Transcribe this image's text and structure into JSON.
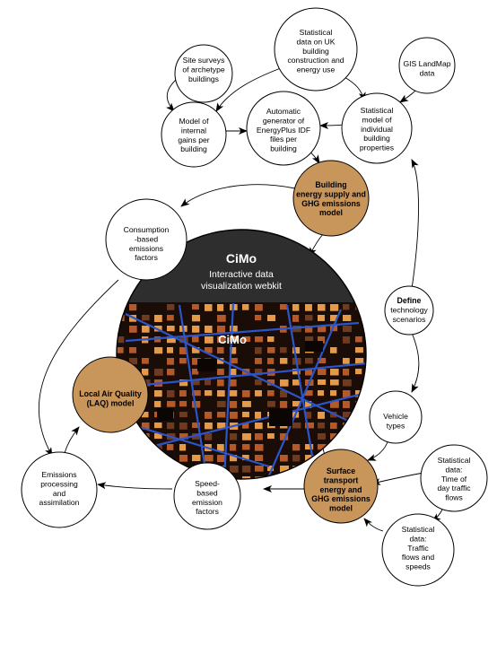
{
  "colors": {
    "node_fill": "#ffffff",
    "highlight_fill": "#c8955a",
    "stroke": "#000000",
    "center_banner": "#2e2e2e",
    "map_dark": "#1a0d08",
    "map_block": "#b45a2a",
    "map_block_light": "#e39a4a",
    "map_road": "#2b55c9"
  },
  "center": {
    "title": "CiMo",
    "subtitle_line1": "Interactive data",
    "subtitle_line2": "visualization webkit",
    "map_label": "CiMo"
  },
  "nodes": {
    "site_surveys": [
      "Site surveys",
      "of archetype",
      "buildings"
    ],
    "statistical_uk": [
      "Statistical",
      "data on UK",
      "building",
      "construction and",
      "energy use"
    ],
    "gis_landmap": [
      "GIS LandMap",
      "data"
    ],
    "model_internal_gains": [
      "Model of",
      "internal",
      "gains per",
      "building"
    ],
    "automatic_generator": [
      "Automatic",
      "generator of",
      "EnergyPlus IDF",
      "files per",
      "building"
    ],
    "statistical_model": [
      "Statistical",
      "model of",
      "individual",
      "building",
      "properties"
    ],
    "building_energy": [
      "Building",
      "energy supply and",
      "GHG emissions",
      "model"
    ],
    "consumption_based": [
      "Consumption",
      "-based",
      "emissions",
      "factors"
    ],
    "define_technology": [
      "Define",
      "technology",
      "scenarios"
    ],
    "local_air_quality": [
      "Local Air Quality",
      "(LAQ) model"
    ],
    "vehicle_types": [
      "Vehicle",
      "types"
    ],
    "emissions_processing": [
      "Emissions",
      "processing",
      "and",
      "assimilation"
    ],
    "speed_based": [
      "Speed-",
      "based",
      "emission",
      "factors"
    ],
    "surface_transport": [
      "Surface",
      "transport",
      "energy and",
      "GHG emissions",
      "model"
    ],
    "statistical_time_of_day": [
      "Statistical",
      "data:",
      "Time of",
      "day traffic",
      "flows"
    ],
    "statistical_traffic_flows": [
      "Statistical",
      "data:",
      "Traffic",
      "flows and",
      "speeds"
    ]
  }
}
